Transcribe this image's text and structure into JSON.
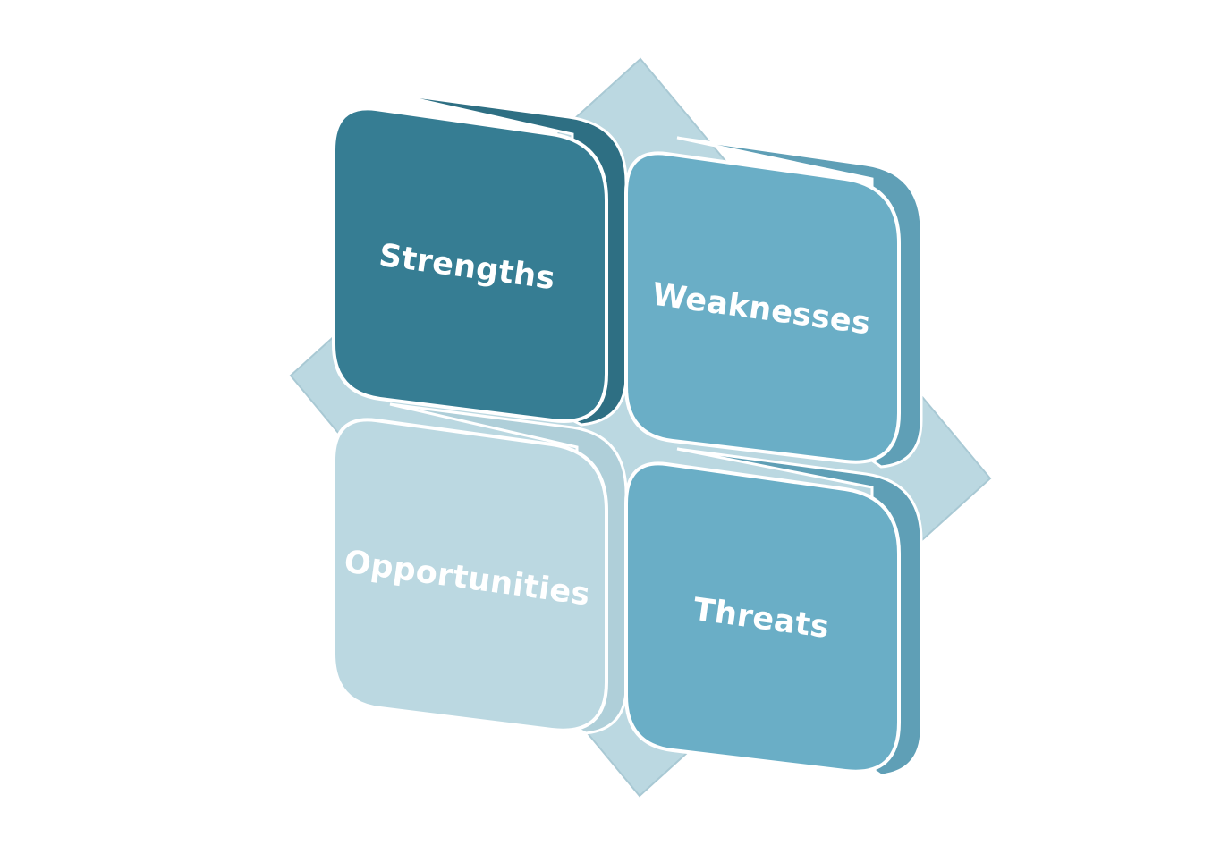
{
  "diagram": {
    "quadrants": [
      {
        "key": "strengths",
        "label": "Strengths",
        "color": "#367d93",
        "side_color": "#2e6f83"
      },
      {
        "key": "weaknesses",
        "label": "Weaknesses",
        "color": "#6aaec6",
        "side_color": "#5f9fb6"
      },
      {
        "key": "opportunities",
        "label": "Opportunities",
        "color": "#bbd8e1",
        "side_color": "#afcfd9"
      },
      {
        "key": "threats",
        "label": "Threats",
        "color": "#6aaec6",
        "side_color": "#5f9fb6"
      }
    ],
    "background_diamond_color": "#bbd8e1"
  }
}
